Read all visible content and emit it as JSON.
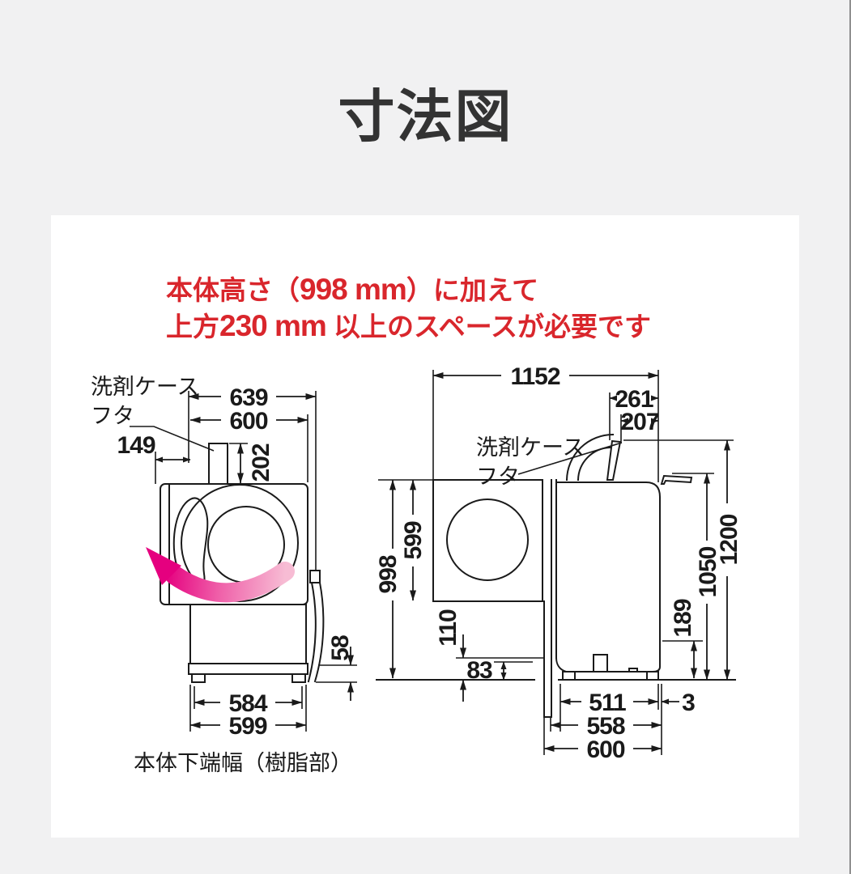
{
  "page": {
    "title": "寸法図"
  },
  "notice": {
    "line1_prefix": "本体高さ（",
    "line1_value": "998 mm",
    "line1_suffix": "）に加えて",
    "line2_prefix": "上方",
    "line2_value": "230 mm",
    "line2_suffix": " 以上のスペースが必要です"
  },
  "colors": {
    "red": "#d9262c",
    "orange": "#f08300",
    "blue": "#2a6db5",
    "black": "#1a1a1a",
    "pink": "#e5007f"
  },
  "front_view": {
    "detergent_label_line1": "洗剤ケース",
    "detergent_label_line2": "フタ",
    "caption": "本体下端幅（樹脂部）",
    "dims": {
      "overall_width": "639",
      "body_width": "600",
      "lid_left_offset": "149",
      "lid_height": "202",
      "hose_height": "58",
      "bottom_width_resin": "584",
      "bottom_width": "599"
    }
  },
  "side_view": {
    "detergent_label_line1": "洗剤ケース",
    "detergent_label_line2": "フタ",
    "dims": {
      "overall_depth": "1152",
      "lid_swing_depth": "261",
      "lid_open_depth": "207",
      "door_height": "599",
      "body_height": "998",
      "front_base_height": "110",
      "base_lip_height": "83",
      "rear_outlet_height": "189",
      "height_to_lid": "1050",
      "height_lid_open": "1200",
      "base_depth_inner": "511",
      "rear_gap": "3",
      "base_depth": "558",
      "body_depth": "600"
    }
  }
}
